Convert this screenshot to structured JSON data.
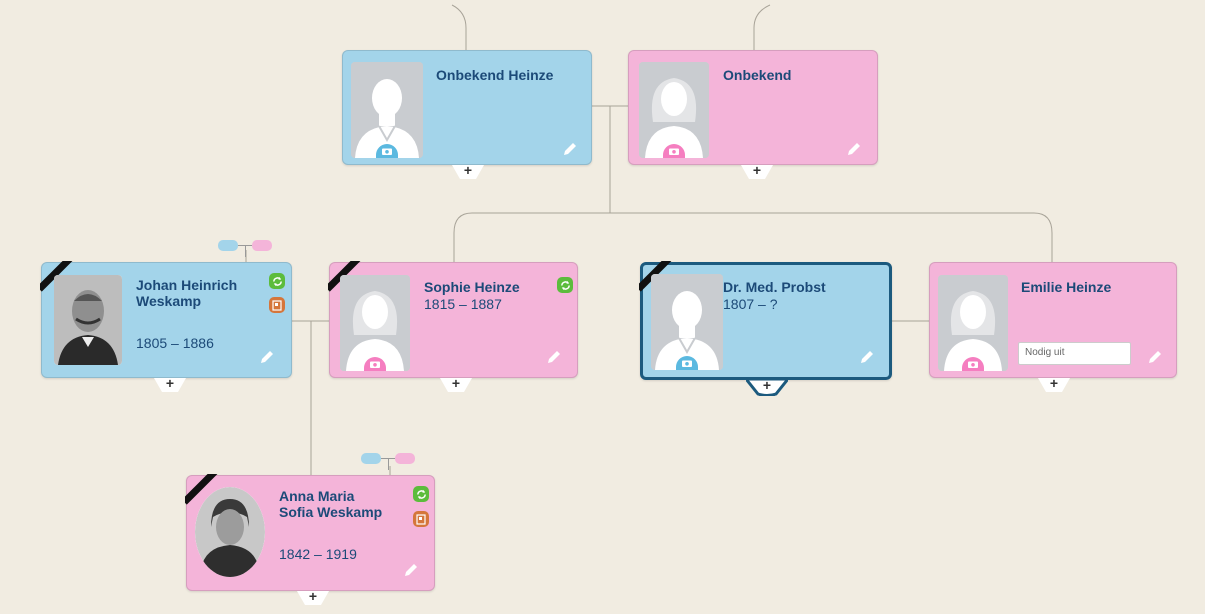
{
  "people": {
    "onbekend_heinze": {
      "name": "Onbekend Heinze",
      "gender": "male"
    },
    "onbekend": {
      "name": "Onbekend",
      "gender": "female"
    },
    "johan": {
      "name": "Johan Heinrich Weskamp",
      "dates": "1805 – 1886",
      "gender": "male",
      "deceased": true
    },
    "sophie": {
      "name": "Sophie Heinze",
      "dates": "1815 – 1887",
      "gender": "female",
      "deceased": true
    },
    "probst": {
      "name": "Dr. Med. Probst",
      "dates": "1807 – ?",
      "gender": "male",
      "deceased": true,
      "selected": true
    },
    "emilie": {
      "name": "Emilie Heinze",
      "gender": "female",
      "invite_placeholder": "Nodig uit"
    },
    "anna": {
      "name": "Anna Maria Sofia Weskamp",
      "dates": "1842 – 1919",
      "gender": "female",
      "deceased": true
    }
  },
  "icons": {
    "add": "+",
    "camera": "camera-icon",
    "edit": "pencil-icon",
    "sync": "sync-icon",
    "record": "record-icon"
  },
  "colors": {
    "background": "#f1ece1",
    "male": "#a3d4ea",
    "female": "#f4b4d9",
    "name_text": "#1c4a78",
    "selected_border": "#1c5a7e",
    "badge_green": "#5cbc3c",
    "badge_orange": "#d5763b"
  }
}
